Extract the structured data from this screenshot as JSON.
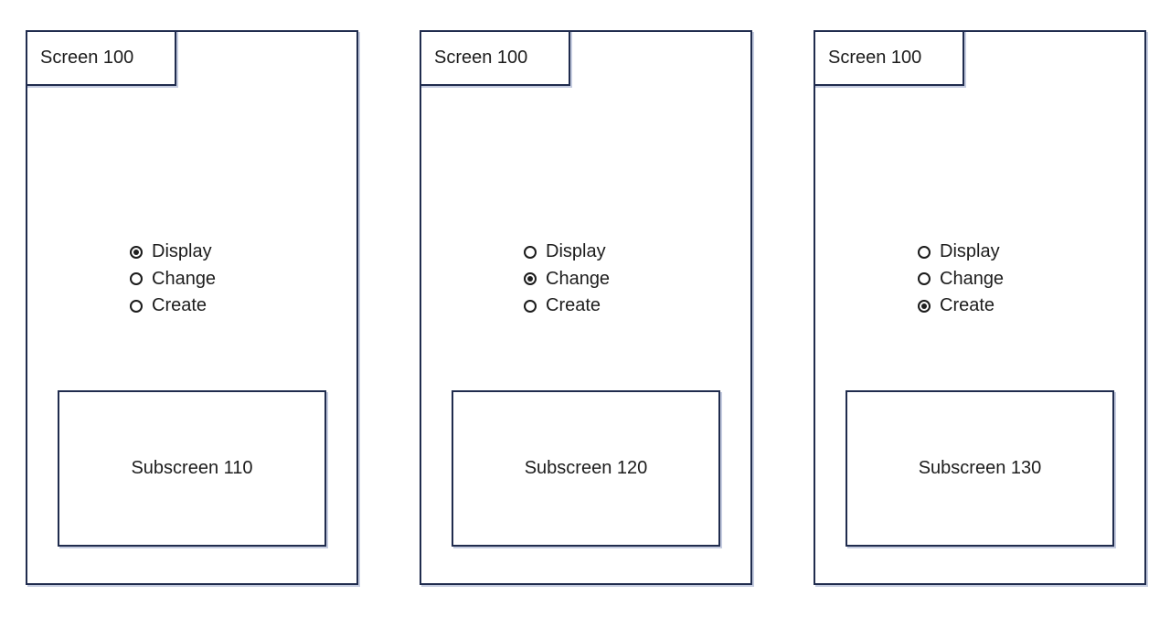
{
  "colors": {
    "border": "#202c4e",
    "border_shadow": "#c5cce0",
    "text": "#1c1c1c",
    "background": "#ffffff"
  },
  "panels": [
    {
      "title": "Screen 100",
      "options": [
        {
          "label": "Display",
          "selected": true
        },
        {
          "label": "Change",
          "selected": false
        },
        {
          "label": "Create",
          "selected": false
        }
      ],
      "subscreen": "Subscreen 110"
    },
    {
      "title": "Screen 100",
      "options": [
        {
          "label": "Display",
          "selected": false
        },
        {
          "label": "Change",
          "selected": true
        },
        {
          "label": "Create",
          "selected": false
        }
      ],
      "subscreen": "Subscreen 120"
    },
    {
      "title": "Screen 100",
      "options": [
        {
          "label": "Display",
          "selected": false
        },
        {
          "label": "Change",
          "selected": false
        },
        {
          "label": "Create",
          "selected": true
        }
      ],
      "subscreen": "Subscreen 130"
    }
  ]
}
